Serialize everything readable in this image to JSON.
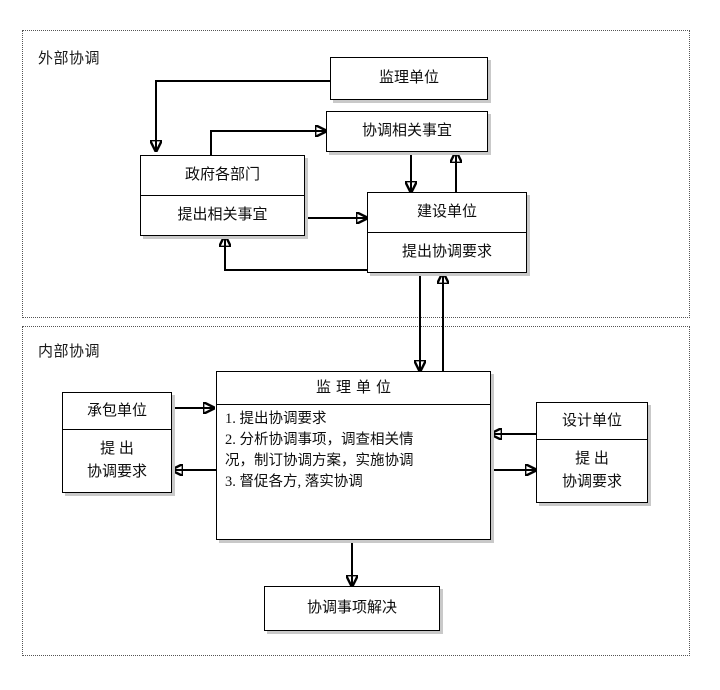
{
  "diagram": {
    "title_external": "外部协调",
    "title_internal": "内部协调",
    "nodes": {
      "supervisor_external": {
        "label": "监理单位"
      },
      "coordination_matters": {
        "label": "协调相关事宜"
      },
      "government": {
        "header": "政府各部门",
        "body": "提出相关事宜"
      },
      "construction_unit": {
        "header": "建设单位",
        "body": "提出协调要求"
      },
      "contractor": {
        "header": "承包单位",
        "body_line1": "提  出",
        "body_line2": "协调要求"
      },
      "designer": {
        "header": "设计单位",
        "body_line1": "提  出",
        "body_line2": "协调要求"
      },
      "supervisor_internal": {
        "header": "监理单位",
        "item1": "1. 提出协调要求",
        "item2": "2. 分析协调事项，调查相关情",
        "item3": "况，制订协调方案，实施协调",
        "item4": "3. 督促各方, 落实协调"
      },
      "resolution": {
        "label": "协调事项解决"
      }
    },
    "colors": {
      "line": "#000000",
      "box_border": "#000000",
      "box_fill": "#ffffff",
      "shadow": "#c9c9c9",
      "region_border": "#555555",
      "text": "#0d0d0d",
      "background": "#ffffff"
    }
  }
}
